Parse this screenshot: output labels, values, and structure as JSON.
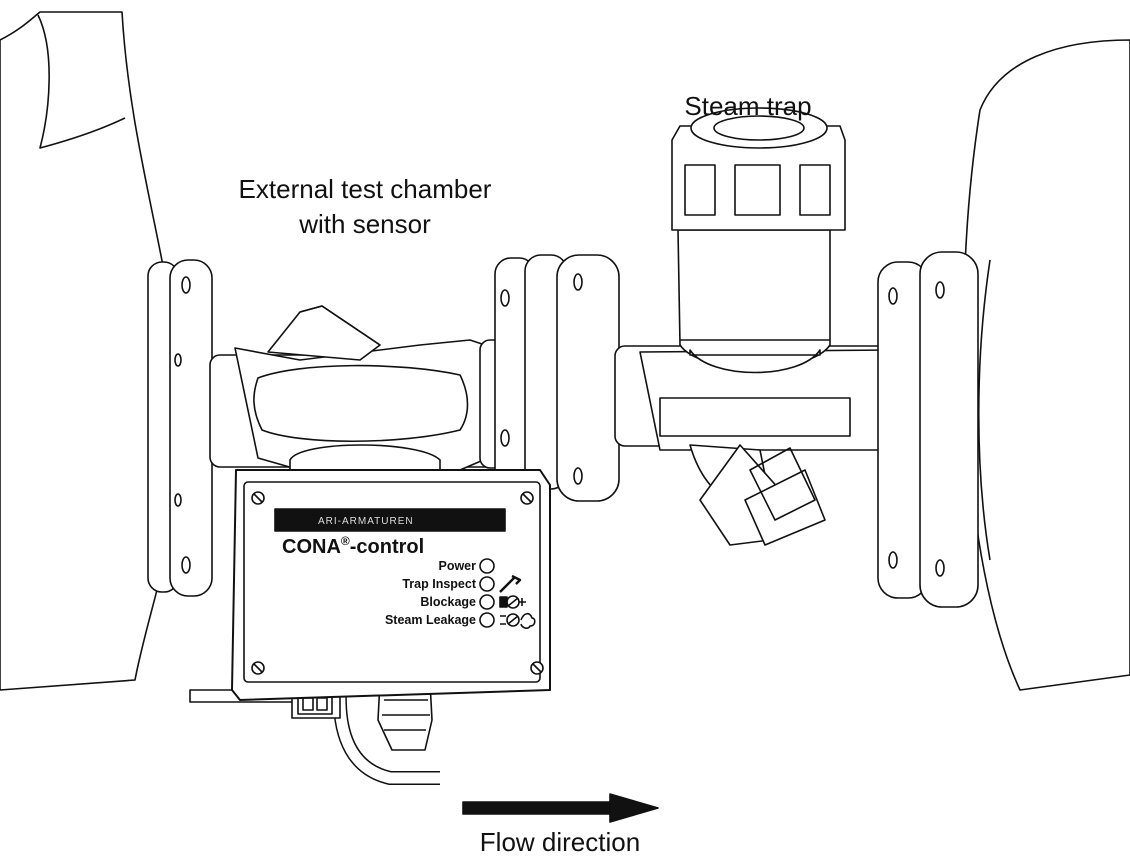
{
  "labels": {
    "steam_trap": "Steam trap",
    "test_chamber_line1": "External test chamber",
    "test_chamber_line2": "with sensor",
    "flow_direction": "Flow direction"
  },
  "control_box": {
    "brand_badge": "ARI-ARMATUREN",
    "brand": "CONA",
    "brand_sup": "®",
    "brand_suffix": "-control",
    "indicators": [
      {
        "label": "Power",
        "icon": "none"
      },
      {
        "label": "Trap Inspect",
        "icon": "wrench-icon"
      },
      {
        "label": "Blockage",
        "icon": "blockage-icon"
      },
      {
        "label": "Steam Leakage",
        "icon": "steam-leakage-icon"
      }
    ]
  },
  "colors": {
    "line": "#111111",
    "background": "#ffffff"
  }
}
